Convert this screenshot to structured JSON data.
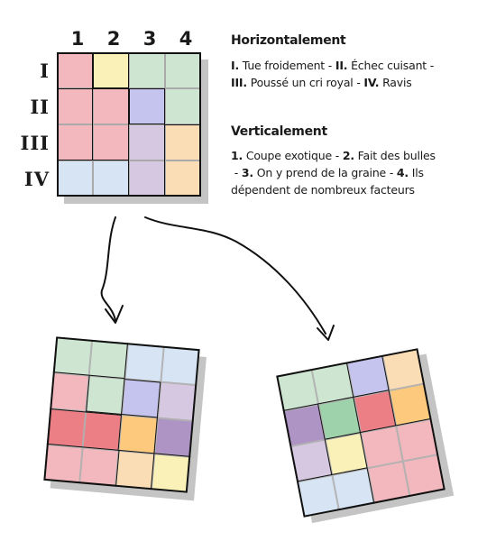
{
  "puzzle": {
    "columns": [
      "1",
      "2",
      "3",
      "4"
    ],
    "rows": [
      "I",
      "II",
      "III",
      "IV"
    ],
    "cell_colors": [
      [
        "#f2b8bd",
        "#faf1b9",
        "#cde5d1",
        "#cde5d1"
      ],
      [
        "#f2b8bd",
        "#f2b8bd",
        "#c5c4ee",
        "#cde5d1"
      ],
      [
        "#f2b8bd",
        "#f2b8bd",
        "#d6c8e0",
        "#fbddb5"
      ],
      [
        "#d6e4f4",
        "#d6e4f4",
        "#d6c8e0",
        "#fbddb5"
      ]
    ]
  },
  "clues": {
    "horizontal": {
      "heading": "Horizontalement",
      "items": [
        {
          "num": "I.",
          "text": "Tue froidement"
        },
        {
          "num": "II.",
          "text": "Échec cuisant"
        },
        {
          "num": "III.",
          "text": "Poussé un cri royal"
        },
        {
          "num": "IV.",
          "text": "Ravis"
        }
      ]
    },
    "vertical": {
      "heading": "Verticalement",
      "items": [
        {
          "num": "1.",
          "text": "Coupe exotique"
        },
        {
          "num": "2.",
          "text": "Fait des bulles"
        },
        {
          "num": "3.",
          "text": "On y prend de la graine"
        },
        {
          "num": "4.",
          "text": "Ils dépendent de nombreux facteurs"
        }
      ]
    },
    "separator": " - "
  },
  "solutions": [
    {
      "cell_colors": [
        [
          "#cde5d1",
          "#cde5d1",
          "#d6e4f4",
          "#d6e4f4"
        ],
        [
          "#f2b8bd",
          "#cde5d1",
          "#c5c4ee",
          "#d6c8e0"
        ],
        [
          "#ec7e86",
          "#ec7e86",
          "#fcc97d",
          "#ae94c4"
        ],
        [
          "#f2b8bd",
          "#f2b8bd",
          "#fbddb5",
          "#faf1b9"
        ]
      ]
    },
    {
      "cell_colors": [
        [
          "#cde5d1",
          "#cde5d1",
          "#c5c4ee",
          "#fbddb5"
        ],
        [
          "#ae94c4",
          "#9ed2aa",
          "#ec7e86",
          "#fcc97d"
        ],
        [
          "#d6c8e0",
          "#faf1b9",
          "#f2b8bd",
          "#f2b8bd"
        ],
        [
          "#d6e4f4",
          "#d6e4f4",
          "#f2b8bd",
          "#f2b8bd"
        ]
      ]
    }
  ]
}
